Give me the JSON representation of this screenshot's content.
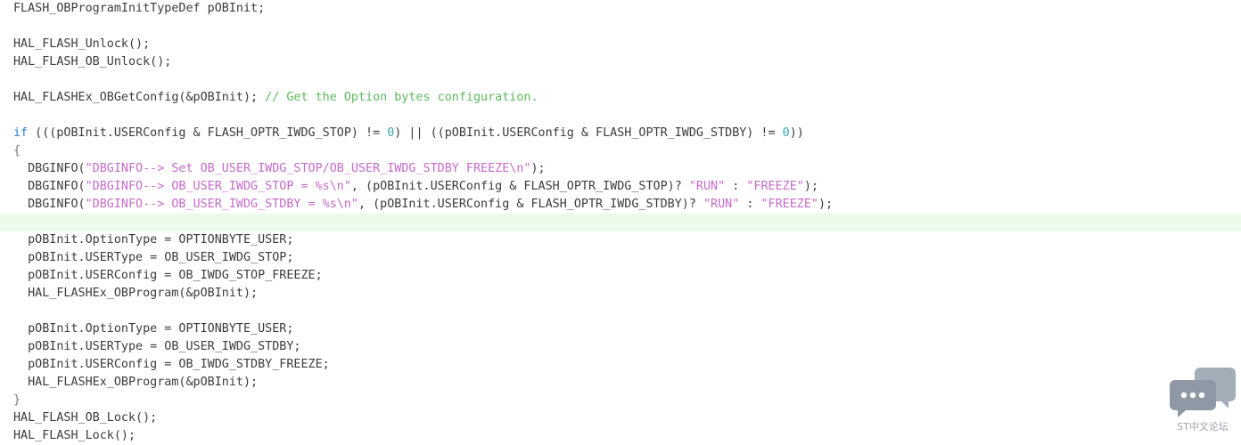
{
  "code_lines": [
    [
      {
        "t": "FLASH_OBProgramInitTypeDef pOBInit;",
        "c": "plain"
      }
    ],
    [],
    [
      {
        "t": "HAL_FLASH_Unlock();",
        "c": "plain"
      }
    ],
    [
      {
        "t": "HAL_FLASH_OB_Unlock();",
        "c": "plain"
      }
    ],
    [],
    [
      {
        "t": "HAL_FLASHEx_OBGetConfig(&pOBInit); ",
        "c": "plain"
      },
      {
        "t": "// Get the Option bytes configuration.",
        "c": "com"
      }
    ],
    [],
    [
      {
        "t": "if",
        "c": "kw"
      },
      {
        "t": " (((pOBInit.USERConfig & FLASH_OPTR_IWDG_STOP) != ",
        "c": "plain"
      },
      {
        "t": "0",
        "c": "num"
      },
      {
        "t": ") || ((pOBInit.USERConfig & FLASH_OPTR_IWDG_STDBY) != ",
        "c": "plain"
      },
      {
        "t": "0",
        "c": "num"
      },
      {
        "t": "))",
        "c": "plain"
      }
    ],
    [
      {
        "t": "{",
        "c": "brace"
      }
    ],
    [
      {
        "t": "  DBGINFO(",
        "c": "plain"
      },
      {
        "t": "\"DBGINFO--> Set OB_USER_IWDG_STOP/OB_USER_IWDG_STDBY FREEZE\\n\"",
        "c": "str"
      },
      {
        "t": ");",
        "c": "plain"
      }
    ],
    [
      {
        "t": "  DBGINFO(",
        "c": "plain"
      },
      {
        "t": "\"DBGINFO--> OB_USER_IWDG_STOP = %s\\n\"",
        "c": "str"
      },
      {
        "t": ", (pOBInit.USERConfig & FLASH_OPTR_IWDG_STOP)? ",
        "c": "plain"
      },
      {
        "t": "\"RUN\"",
        "c": "str"
      },
      {
        "t": " : ",
        "c": "plain"
      },
      {
        "t": "\"FREEZE\"",
        "c": "str"
      },
      {
        "t": ");",
        "c": "plain"
      }
    ],
    [
      {
        "t": "  DBGINFO(",
        "c": "plain"
      },
      {
        "t": "\"DBGINFO--> OB_USER_IWDG_STDBY = %s\\n\"",
        "c": "str"
      },
      {
        "t": ", (pOBInit.USERConfig & FLASH_OPTR_IWDG_STDBY)? ",
        "c": "plain"
      },
      {
        "t": "\"RUN\"",
        "c": "str"
      },
      {
        "t": " : ",
        "c": "plain"
      },
      {
        "t": "\"FREEZE\"",
        "c": "str"
      },
      {
        "t": ");",
        "c": "plain"
      }
    ],
    [],
    [
      {
        "t": "  pOBInit.OptionType = OPTIONBYTE_USER;",
        "c": "plain"
      }
    ],
    [
      {
        "t": "  pOBInit.USERType = OB_USER_IWDG_STOP;",
        "c": "plain"
      }
    ],
    [
      {
        "t": "  pOBInit.USERConfig = OB_IWDG_STOP_FREEZE;",
        "c": "plain"
      }
    ],
    [
      {
        "t": "  HAL_FLASHEx_OBProgram(&pOBInit);",
        "c": "plain"
      }
    ],
    [],
    [
      {
        "t": "  pOBInit.OptionType = OPTIONBYTE_USER;",
        "c": "plain"
      }
    ],
    [
      {
        "t": "  pOBInit.USERType = OB_USER_IWDG_STDBY;",
        "c": "plain"
      }
    ],
    [
      {
        "t": "  pOBInit.USERConfig = OB_IWDG_STDBY_FREEZE;",
        "c": "plain"
      }
    ],
    [
      {
        "t": "  HAL_FLASHEx_OBProgram(&pOBInit);",
        "c": "plain"
      }
    ],
    [
      {
        "t": "}",
        "c": "brace"
      }
    ],
    [
      {
        "t": "HAL_FLASH_OB_Lock();",
        "c": "plain"
      }
    ],
    [
      {
        "t": "HAL_FLASH_Lock();",
        "c": "plain"
      }
    ]
  ],
  "highlighted_line_index": 12,
  "watermark": {
    "label": "ST中文论坛",
    "icon": "chat-bubbles-icon"
  },
  "colors": {
    "keyword": "#2a7fd4",
    "number": "#3aa6a6",
    "string": "#c56bc9",
    "comment": "#5cb85c",
    "text": "#3c3c3c",
    "highlight_bg": "#eafbea",
    "watermark": "#8e99a5"
  }
}
